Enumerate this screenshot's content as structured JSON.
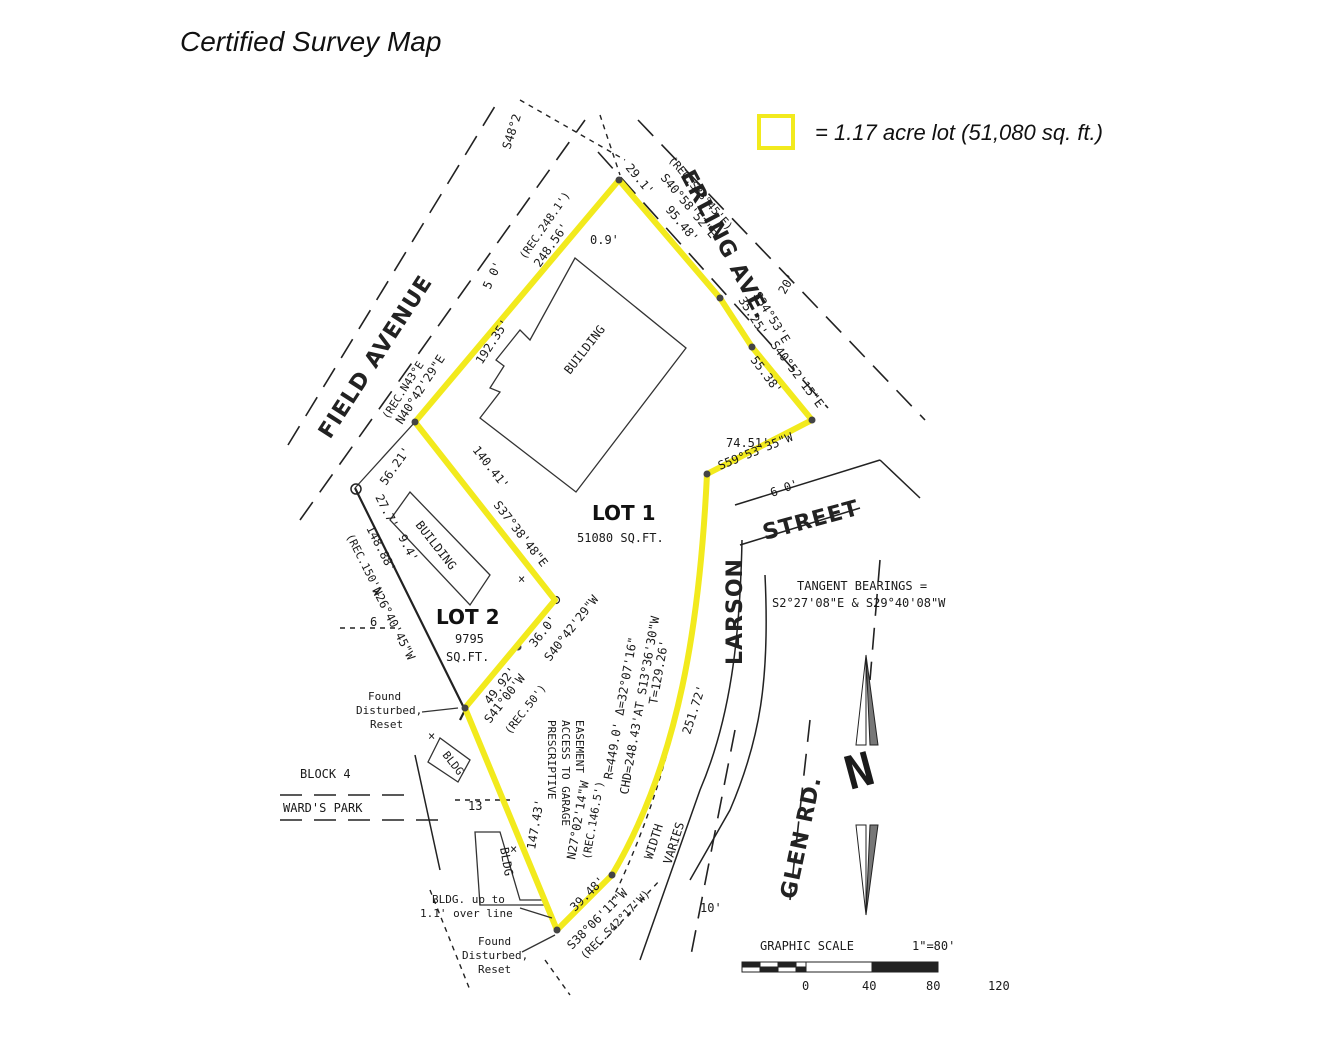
{
  "title": "Certified Survey Map",
  "legend": {
    "label": "= 1.17 acre lot (51,080 sq. ft.)",
    "color": "#f2ea1d"
  },
  "streets": {
    "field_avenue": "FIELD AVENUE",
    "erling_ave": "ERLING AVE.",
    "street": "STREET",
    "larson": "LARSON",
    "glen_rd": "GLEN RD."
  },
  "lots": {
    "lot1_name": "LOT 1",
    "lot1_area": "51080 SQ.FT.",
    "lot2_name": "LOT 2",
    "lot2_area_num": "9795",
    "lot2_area_unit": "SQ.FT."
  },
  "buildings": {
    "main": "BUILDING",
    "lot2": "BUILDING",
    "small": "BLDG",
    "lower": "BLDG"
  },
  "dims": {
    "field_width": "5 0'",
    "erling_width": "20'",
    "street_width": "6 0'",
    "top_rec": "(REC.248.1')",
    "top_len": "248.56'",
    "offset": "0.9'",
    "bldg_line": "192.35'",
    "rec_n43": "(REC.N43°E",
    "n40": "N40°42'29\"E",
    "d5621": "56.21'",
    "d1404": "140.41'",
    "s37": "S37°38'48\"E",
    "d3600": "36.0'",
    "s40a": "S40°42'29\"W",
    "d4992": "49.92'",
    "s41": "S41°00'W",
    "rec50": "(REC.50')",
    "d27": "27.7'",
    "d148": "148.88'",
    "d94": "9.4'",
    "rec150": "(REC.150')",
    "n26": "N26°40'45\"W",
    "s40b": "S40°58'52\"E",
    "d9548": "95.48'",
    "rec_s38": "(REC.S38°45'E)",
    "d291": "29.1'",
    "d3525": "35.25'",
    "s34": "S34°53'E",
    "s40c": "S40°52'15\"E",
    "d5538": "55.38'",
    "d7451": "74.51'",
    "s59": "S59°53'35\"W",
    "r_curve": "R=449.0' Δ=32°07'16\"",
    "chd": "CHD=248.43'AT S13°36'30\"W",
    "t_len": "T=129.26'",
    "d25172": "251.72'",
    "width": "WIDTH",
    "varies": "VARIES",
    "d10": "10'",
    "d14743": "147.43'",
    "n27": "N27°02'14\"W",
    "rec146": "(REC.146.5')",
    "d3948": "39.48'",
    "s38": "S38°06'11\"W",
    "rec_s42": "(REC.S42°17'W)",
    "top_left": "S48°2"
  },
  "notes": {
    "prescriptive": [
      "PRESCRIPTIVE",
      "ACCESS TO GARAGE",
      "EASEMENT"
    ],
    "tangent": [
      "TANGENT BEARINGS =",
      "S2°27'08\"E & S29°40'08\"W"
    ],
    "found1": [
      "Found",
      "Disturbed,",
      "Reset"
    ],
    "found2": [
      "Found",
      "Disturbed,",
      "Reset"
    ],
    "bldg_over": [
      "BLDG. up to",
      "1.1' over line"
    ],
    "block": "BLOCK 4",
    "wards_park": "WARD'S PARK",
    "lot6": "6",
    "lot13": "13"
  },
  "scale": {
    "label": "GRAPHIC SCALE",
    "ratio": "1\"=80'",
    "ticks": [
      "0",
      "40",
      "80",
      "120"
    ]
  },
  "north": "N"
}
